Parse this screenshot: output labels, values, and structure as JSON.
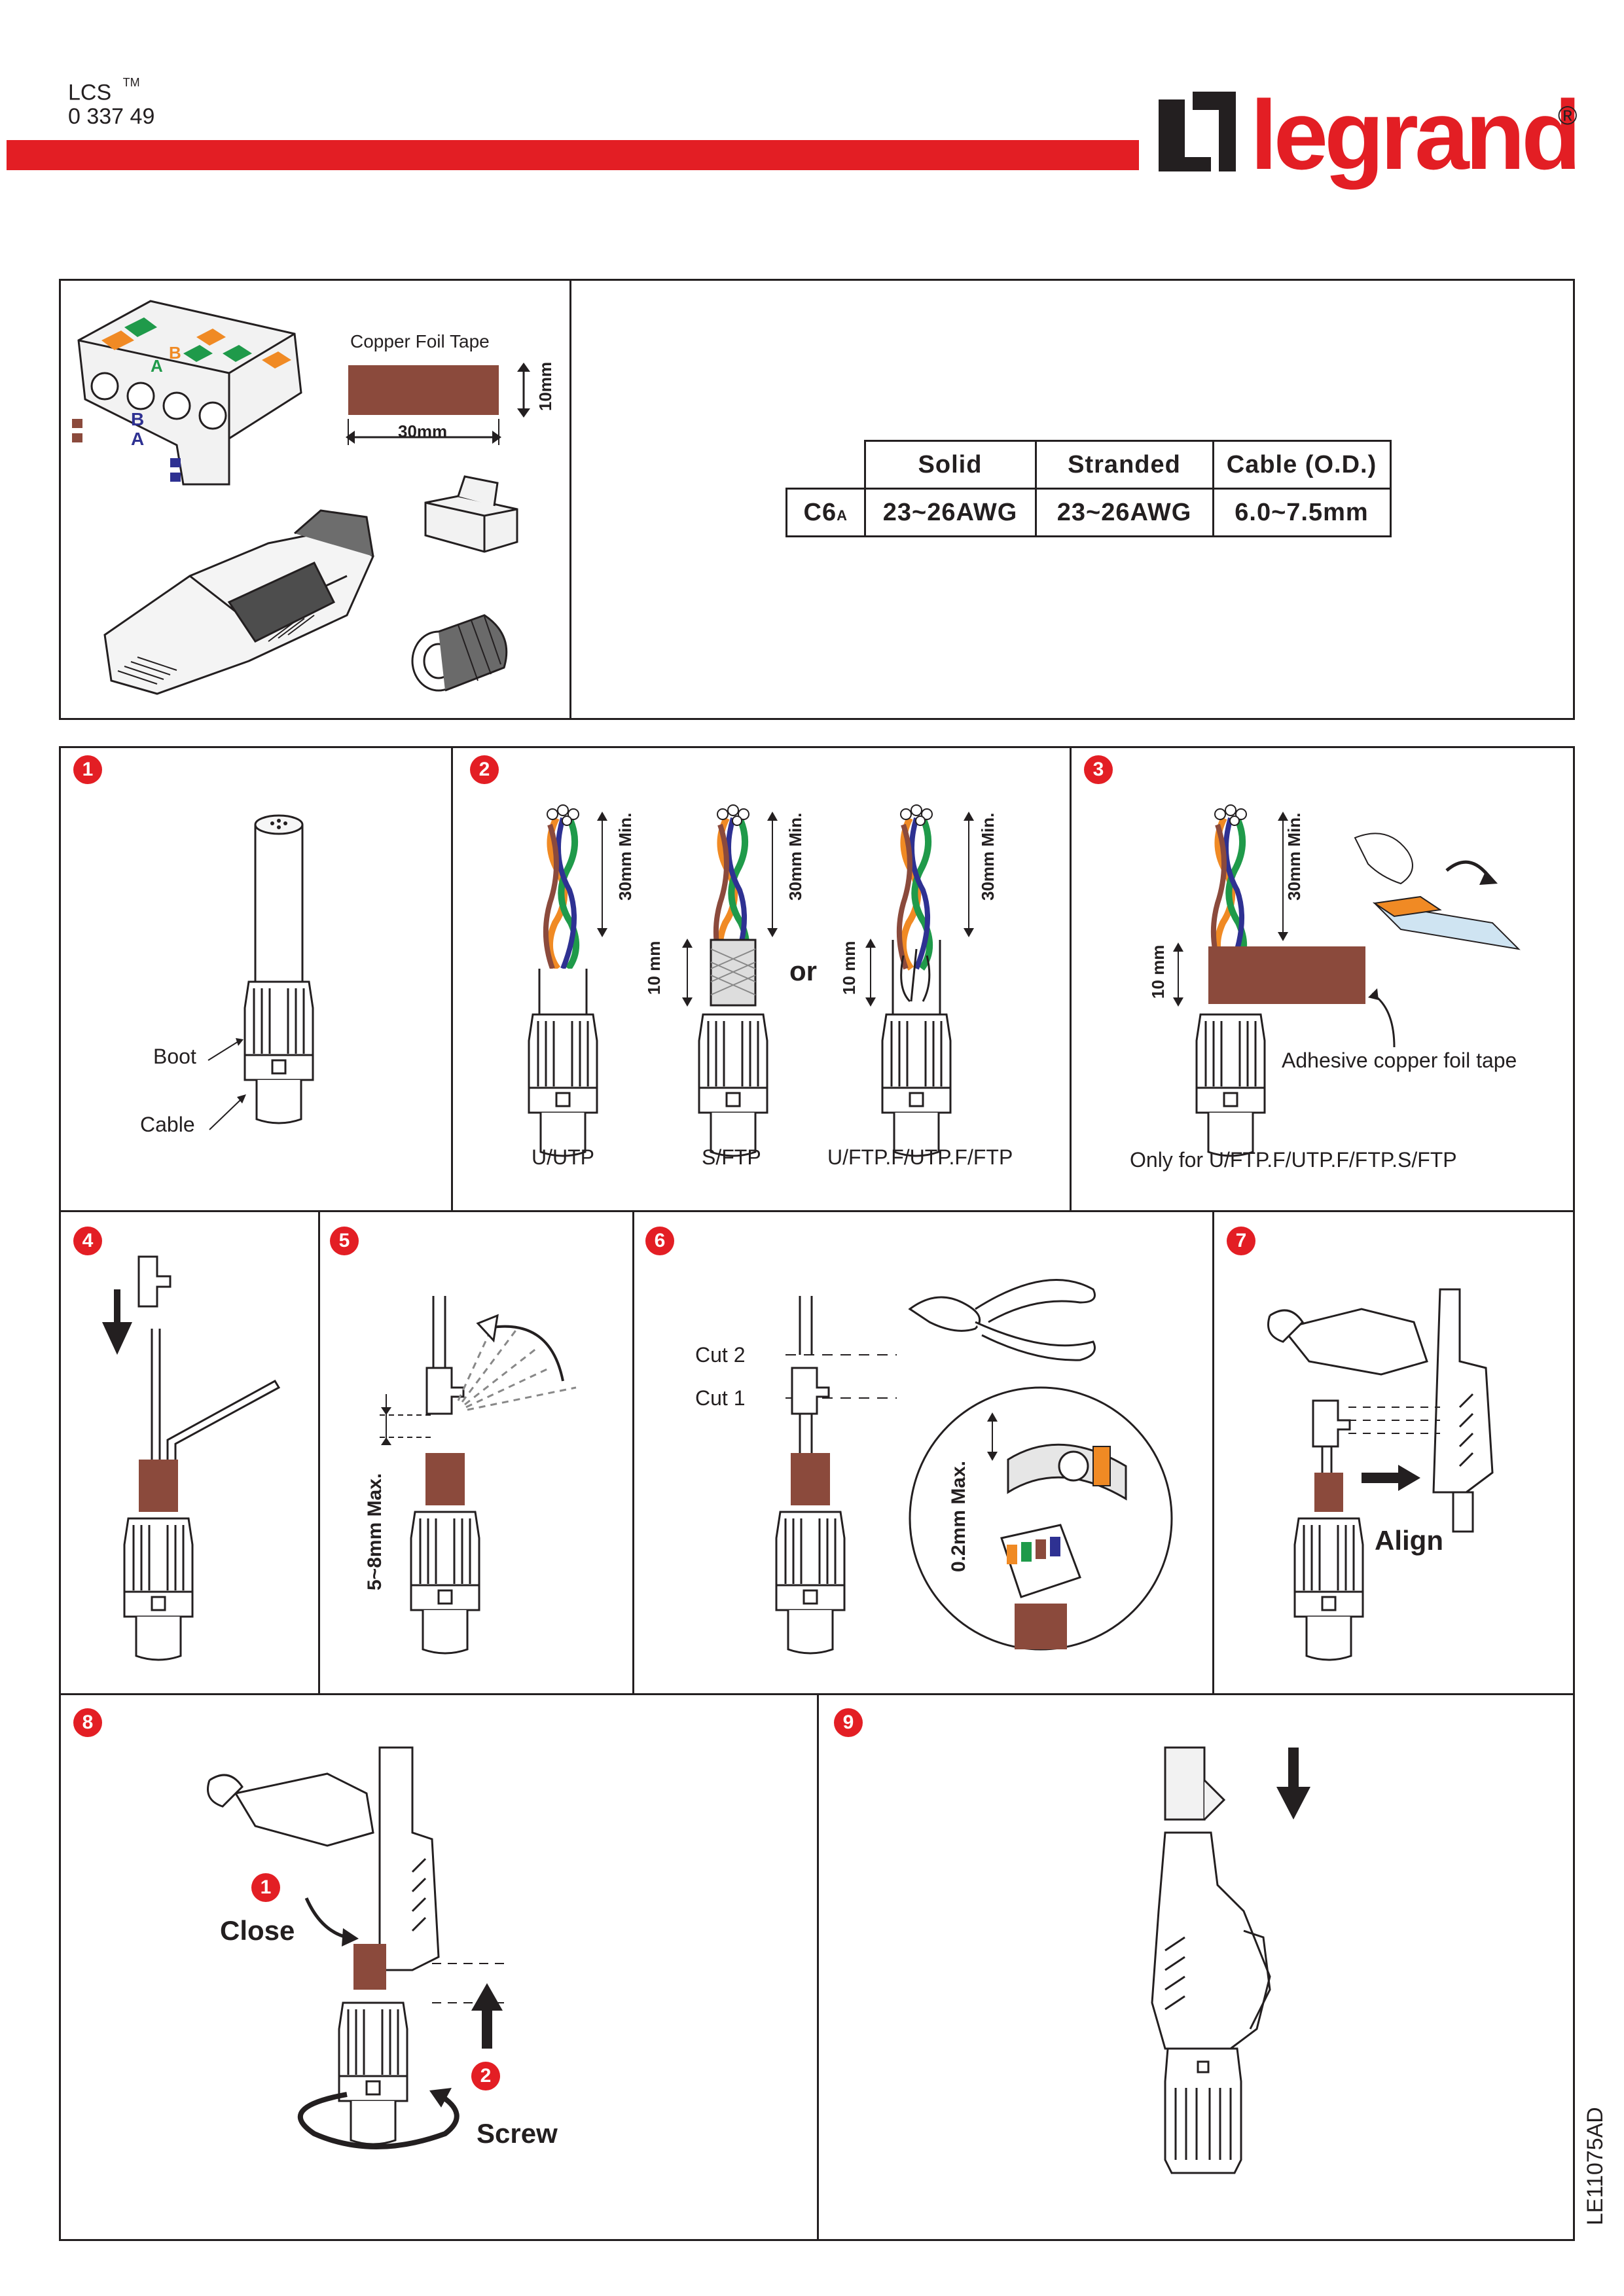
{
  "header": {
    "brand_line": "LCS",
    "trademark": "TM",
    "product_code": "0 337 49",
    "logo_text": "legrand",
    "registered_mark": "®"
  },
  "components": {
    "foil_title": "Copper Foil Tape",
    "foil_height": "10mm",
    "foil_width": "30mm",
    "insert_labels": [
      "B",
      "A",
      "B",
      "A"
    ]
  },
  "spec_table": {
    "headers": [
      "Solid",
      "Stranded",
      "Cable (O.D.)"
    ],
    "row_label": "C6",
    "row_label_sub": "A",
    "values": [
      "23~26AWG",
      "23~26AWG",
      "6.0~7.5mm"
    ]
  },
  "steps": {
    "s1": {
      "num": "1",
      "boot": "Boot",
      "cable": "Cable"
    },
    "s2": {
      "num": "2",
      "dim_30": "30mm Min.",
      "dim_10": "10 mm",
      "or": "or",
      "labels": [
        "U/UTP",
        "S/FTP",
        "U/FTP.F/UTP.F/FTP"
      ]
    },
    "s3": {
      "num": "3",
      "dim_30": "30mm Min.",
      "dim_10": "10 mm",
      "tape_label": "Adhesive copper foil tape",
      "note": "Only for U/FTP.F/UTP.F/FTP.S/FTP"
    },
    "s4": {
      "num": "4"
    },
    "s5": {
      "num": "5",
      "dim": "5~8mm Max."
    },
    "s6": {
      "num": "6",
      "cut2": "Cut 2",
      "cut1": "Cut 1",
      "dim": "0.2mm Max."
    },
    "s7": {
      "num": "7",
      "align": "Align"
    },
    "s8": {
      "num": "8",
      "sub1": "1",
      "close": "Close",
      "sub2": "2",
      "screw": "Screw"
    },
    "s9": {
      "num": "9"
    }
  },
  "footer": {
    "doc_code": "LE11075AD"
  },
  "colors": {
    "brand_red": "#e31e24",
    "copper": "#8b4a3c",
    "green": "#1f9a4a",
    "orange": "#f08a24",
    "blue": "#2e3192"
  }
}
